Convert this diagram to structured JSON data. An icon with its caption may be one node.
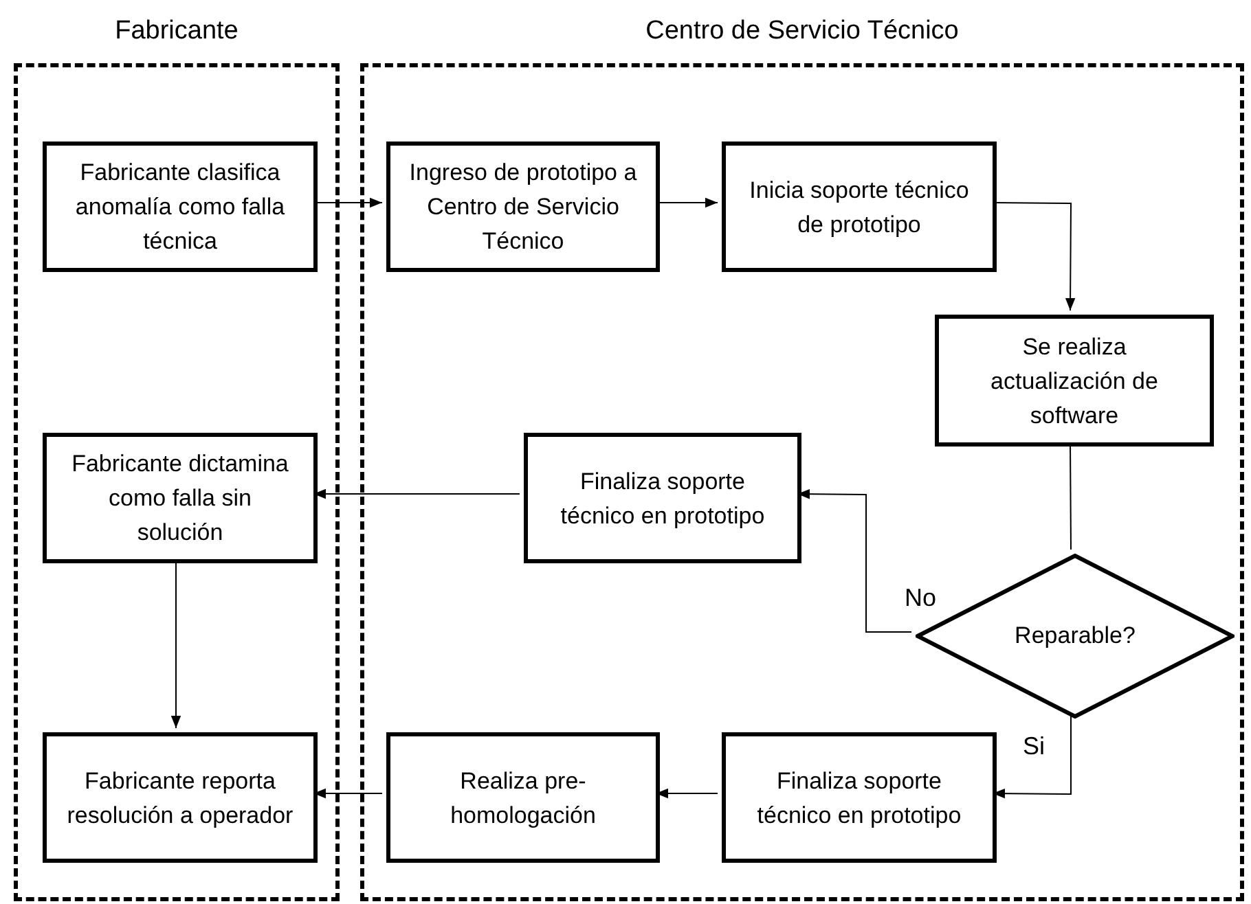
{
  "diagram": {
    "nodes": [
      {
        "text": [
          "Fabricante"
        ]
      },
      {
        "text": [
          "Centro de Servicio Técnico"
        ]
      },
      {
        "text": [
          "Fabricante clasifica anomalía como falla técnica"
        ],
        "in": 0
      },
      {
        "text": [
          "Ingreso de prototipo a Centro de Servicio Técnico"
        ],
        "in": 1
      },
      {
        "text": [
          "Inicia soporte técnico de prototipo"
        ],
        "in": 1
      },
      {
        "text": [
          "Se realiza actualización de software"
        ],
        "in": 1
      },
      {
        "text": [
          "Finaliza soporte técnico en prototipo"
        ],
        "in": 1
      },
      {
        "text": [
          "Reparable?"
        ],
        "in": 1
      },
      {
        "text": [
          "Fabricante dictamina como falla sin solución"
        ],
        "in": 0
      },
      {
        "text": [
          "Fabricante reporta resolución a operador"
        ],
        "in": 0
      },
      {
        "text": [
          "Realiza pre-homologación"
        ],
        "in": 1
      },
      {
        "text": [
          "Finaliza soporte técnico en prototipo"
        ],
        "in": 1
      }
    ],
    "edges": [
      {
        "from": 2,
        "to": 3,
        "arrow": "to"
      },
      {
        "from": 3,
        "to": 4,
        "arrow": "to"
      },
      {
        "from": 4,
        "to": 5,
        "arrow": "to"
      },
      {
        "from": 5,
        "to": 7,
        "arrow": "none"
      },
      {
        "from": 7,
        "to": 6,
        "arrow": "to",
        "label": "No"
      },
      {
        "from": 6,
        "to": 8,
        "arrow": "to"
      },
      {
        "from": 8,
        "to": 9,
        "arrow": "to"
      },
      {
        "from": 7,
        "to": 11,
        "arrow": "to",
        "label": "Si"
      },
      {
        "from": 11,
        "to": 10,
        "arrow": "to"
      },
      {
        "from": 10,
        "to": 9,
        "arrow": "to"
      }
    ]
  }
}
